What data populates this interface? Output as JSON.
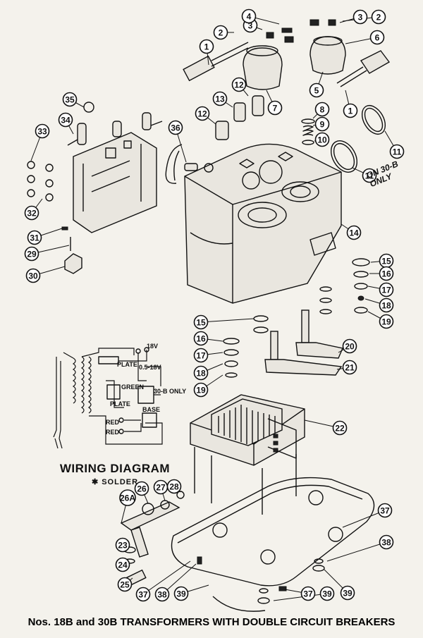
{
  "caption": "Nos. 18B and 30B TRANSFORMERS WITH DOUBLE CIRCUIT BREAKERS",
  "wiring": {
    "title": "WIRING DIAGRAM",
    "subtitle": "✱ SOLDER",
    "labels": {
      "v18": "18V",
      "v05": "0.5-18V",
      "plate1": "PLATE",
      "plate2": "PLATE",
      "green": "GREEN",
      "opt": "30-B ONLY",
      "base": "BASE",
      "red1": "RED",
      "red2": "RED"
    }
  },
  "note": "ON 30-B ONLY",
  "callouts": [
    "1",
    "2",
    "3",
    "4",
    "5",
    "6",
    "7",
    "8",
    "9",
    "10",
    "11",
    "12",
    "13",
    "14",
    "15",
    "16",
    "17",
    "18",
    "19",
    "20",
    "21",
    "22",
    "23",
    "24",
    "25",
    "26",
    "26A",
    "27",
    "28",
    "29",
    "30",
    "31",
    "32",
    "33",
    "34",
    "35",
    "36",
    "37",
    "38",
    "39"
  ]
}
